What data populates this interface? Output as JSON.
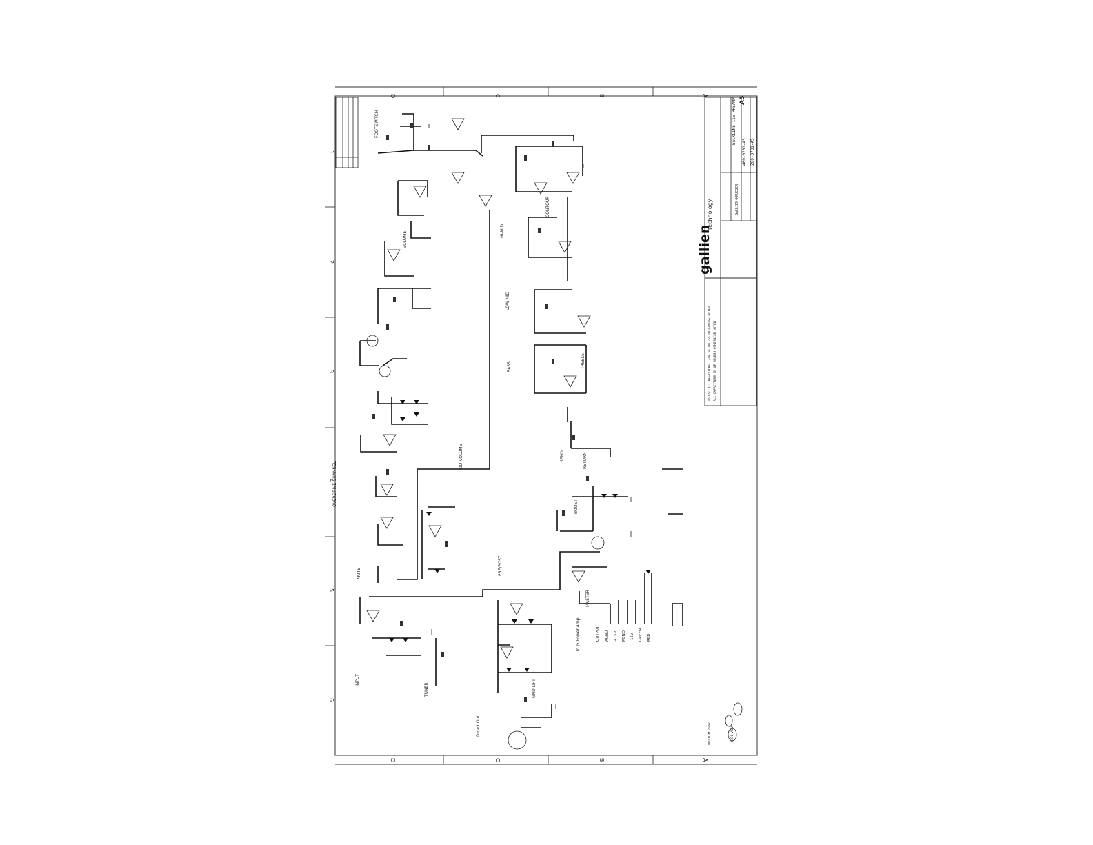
{
  "sheet": {
    "zone_rows": [
      "D",
      "C",
      "B",
      "A"
    ],
    "zone_cols": [
      "1",
      "2",
      "3",
      "4",
      "5",
      "6"
    ]
  },
  "title_block": {
    "brand_word": "gallien",
    "brand_sub": "technology",
    "drawing_title": "BACKLINE 115 PREAMP",
    "sheet_size": "A5",
    "drawing_number": "400-0701-A5",
    "sub_number": "200-0701-A5",
    "filename": "GALLIEN-KRUEGER"
  },
  "notes": {
    "main": "NOTES: ALL RESISTORS 1/4W 5% UNLESS OTHERWISE NOTED",
    "secondary": "ALL CAPACITORS IN UF UNLESS OTHERWISE NOTED"
  },
  "labels": {
    "footswitch": "FOOTSWITCH",
    "input": "INPUT",
    "tuner": "TUNER",
    "mute": "MUTE",
    "overdrive_channel": "OVERDRIVE CHANNEL",
    "volume": "VOLUME",
    "od_volume": "OD VOLUME",
    "contour": "CONTOUR",
    "hi_mid": "HI-MID",
    "low_mid": "LOW MID",
    "bass": "BASS",
    "treble": "TREBLE",
    "send": "SEND",
    "return": "RETURN",
    "boost": "BOOST",
    "master": "MASTER",
    "pre_post": "PRE/POST",
    "direct_out": "Direct Out",
    "gnd_lift": "GND LIFT",
    "to_power_amp": "To J5 Power Amp",
    "pin_output": "OUTPUT",
    "pin_agnd": "AGND",
    "pin_p15v": "+15V",
    "pin_pgnd": "PGND",
    "pin_m15v": "-15V",
    "pin_green": "GREEN",
    "pin_red": "RED",
    "side_view": "SIDE VIEW",
    "bottom_view": "BOTTOM VIEW"
  },
  "colors": {
    "ink": "#111111",
    "paper": "#ffffff",
    "frame": "#333333"
  }
}
